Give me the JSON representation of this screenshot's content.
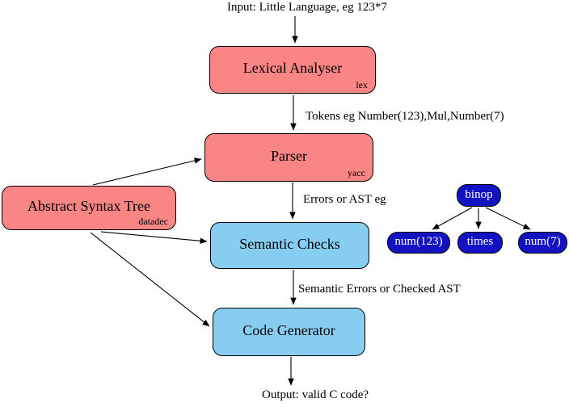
{
  "colors": {
    "stage_pink": "#F98585",
    "stage_blue": "#87CDF2",
    "ast_node_blue": "#1212C2",
    "arrow_black": "#000000"
  },
  "flow": {
    "input_label": "Input: Little Language, eg 123*7",
    "tokens_label": "Tokens eg Number(123),Mul,Number(7)",
    "errors_label": "Errors or AST eg",
    "semantic_errors_label": "Semantic Errors or Checked AST",
    "output_label": "Output: valid C code?"
  },
  "boxes": {
    "lexical": {
      "label": "Lexical Analyser",
      "tool": "lex"
    },
    "parser": {
      "label": "Parser",
      "tool": "yacc"
    },
    "ast": {
      "label": "Abstract Syntax Tree",
      "tool": "datadec"
    },
    "semantic": {
      "label": "Semantic Checks"
    },
    "codegen": {
      "label": "Code Generator"
    }
  },
  "ast_tree": {
    "root": "binop",
    "children": [
      "num(123)",
      "times",
      "num(7)"
    ]
  }
}
